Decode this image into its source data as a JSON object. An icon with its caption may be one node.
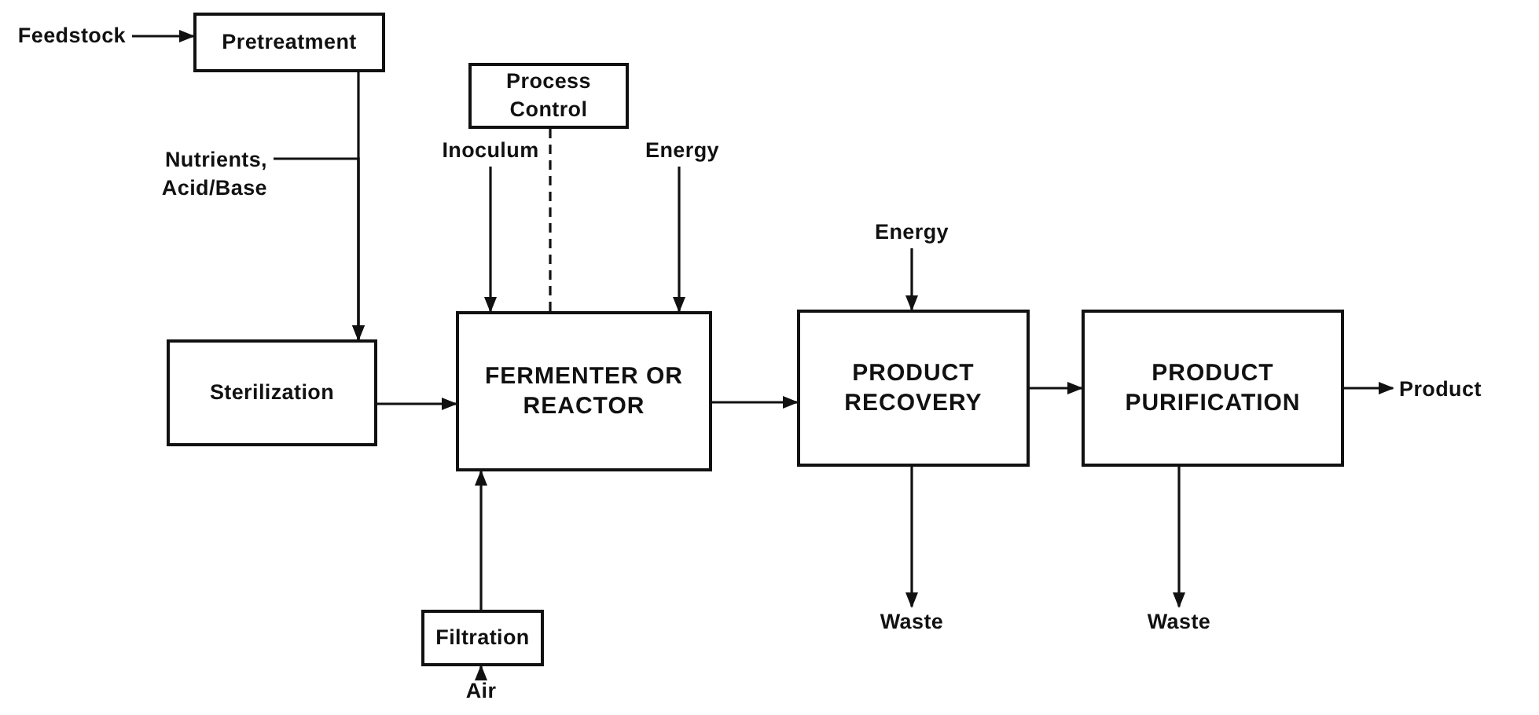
{
  "diagram": {
    "nodes": [
      {
        "text": [
          "Feedstock"
        ]
      },
      {
        "text": [
          "Pretreatment"
        ]
      },
      {
        "text": [
          "Nutrients, Acid/Base"
        ]
      },
      {
        "text": [
          "Process Control"
        ]
      },
      {
        "text": [
          "Inoculum"
        ]
      },
      {
        "text": [
          "Energy"
        ]
      },
      {
        "text": [
          "Energy"
        ]
      },
      {
        "text": [
          "Sterilization"
        ]
      },
      {
        "text": [
          "FERMENTER OR REACTOR"
        ]
      },
      {
        "text": [
          "PRODUCT RECOVERY"
        ]
      },
      {
        "text": [
          "PRODUCT PURIFICATION"
        ]
      },
      {
        "text": [
          "Product"
        ]
      },
      {
        "text": [
          "Waste"
        ]
      },
      {
        "text": [
          "Waste"
        ]
      },
      {
        "text": [
          "Filtration"
        ]
      },
      {
        "text": [
          "Air"
        ]
      }
    ],
    "edges": [
      {
        "from": 0,
        "to": 1,
        "arrow": "to"
      },
      {
        "from": 1,
        "to": 7,
        "arrow": "to"
      },
      {
        "from": 2,
        "to": 7,
        "arrow": "to"
      },
      {
        "from": 7,
        "to": 8,
        "arrow": "to"
      },
      {
        "from": 3,
        "to": 8,
        "arrow": "none",
        "style": "dashed"
      },
      {
        "from": 4,
        "to": 8,
        "arrow": "to"
      },
      {
        "from": 5,
        "to": 8,
        "arrow": "to"
      },
      {
        "from": 8,
        "to": 9,
        "arrow": "to"
      },
      {
        "from": 6,
        "to": 9,
        "arrow": "to"
      },
      {
        "from": 9,
        "to": 10,
        "arrow": "to"
      },
      {
        "from": 10,
        "to": 11,
        "arrow": "to"
      },
      {
        "from": 9,
        "to": 12,
        "arrow": "to"
      },
      {
        "from": 10,
        "to": 13,
        "arrow": "to"
      },
      {
        "from": 14,
        "to": 8,
        "arrow": "to"
      },
      {
        "from": 15,
        "to": 14,
        "arrow": "to"
      }
    ]
  }
}
